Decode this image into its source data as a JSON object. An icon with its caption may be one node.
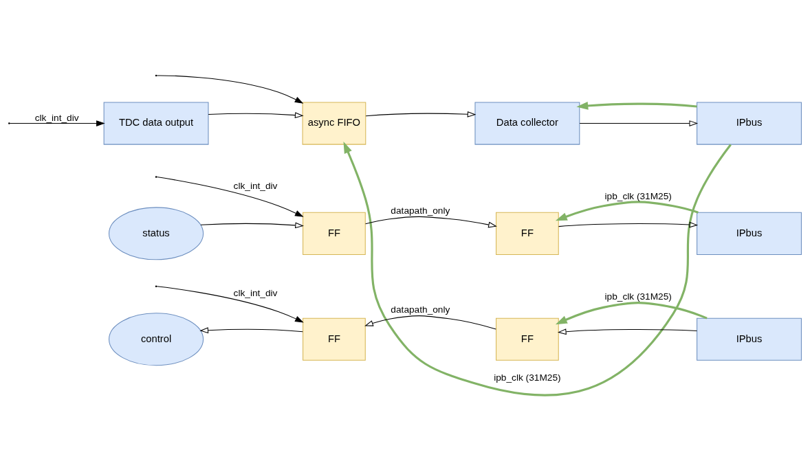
{
  "diagram": {
    "nodes": [
      {
        "text": [
          "TDC data output"
        ]
      },
      {
        "text": [
          "async FIFO"
        ]
      },
      {
        "text": [
          "Data collector"
        ]
      },
      {
        "text": [
          "IPbus"
        ]
      },
      {
        "text": [
          "status"
        ]
      },
      {
        "text": [
          "FF"
        ]
      },
      {
        "text": [
          "FF"
        ]
      },
      {
        "text": [
          "IPbus"
        ]
      },
      {
        "text": [
          "control"
        ]
      },
      {
        "text": [
          "FF"
        ]
      },
      {
        "text": [
          "FF"
        ]
      },
      {
        "text": [
          "IPbus"
        ]
      }
    ],
    "edges": [
      {
        "from": null,
        "to": 0,
        "arrow": "to",
        "label": "clk_int_div"
      },
      {
        "from": null,
        "to": 1,
        "arrow": "to"
      },
      {
        "from": 0,
        "to": 1,
        "arrow": "to"
      },
      {
        "from": 1,
        "to": 2,
        "arrow": "to"
      },
      {
        "from": 2,
        "to": 3,
        "arrow": "to"
      },
      {
        "from": 3,
        "to": 1,
        "arrow": "to",
        "style": "thick",
        "color": "#82b366",
        "label": "ipb_clk (31M25)"
      },
      {
        "from": 3,
        "to": 2,
        "arrow": "to",
        "style": "thick",
        "color": "#82b366"
      },
      {
        "from": null,
        "to": 5,
        "arrow": "to",
        "label": "clk_int_div"
      },
      {
        "from": 4,
        "to": 5,
        "arrow": "to"
      },
      {
        "from": 5,
        "to": 6,
        "arrow": "to",
        "label": "datapath_only"
      },
      {
        "from": 6,
        "to": 7,
        "arrow": "to"
      },
      {
        "from": 7,
        "to": 6,
        "arrow": "to",
        "style": "thick",
        "color": "#82b366",
        "label": "ipb_clk (31M25)"
      },
      {
        "from": null,
        "to": 9,
        "arrow": "to",
        "label": "clk_int_div"
      },
      {
        "from": 11,
        "to": 10,
        "arrow": "to"
      },
      {
        "from": 10,
        "to": 9,
        "arrow": "to",
        "label": "datapath_only"
      },
      {
        "from": 9,
        "to": 8,
        "arrow": "to"
      },
      {
        "from": 11,
        "to": 10,
        "arrow": "to",
        "style": "thick",
        "color": "#82b366",
        "label": "ipb_clk (31M25)"
      }
    ]
  }
}
